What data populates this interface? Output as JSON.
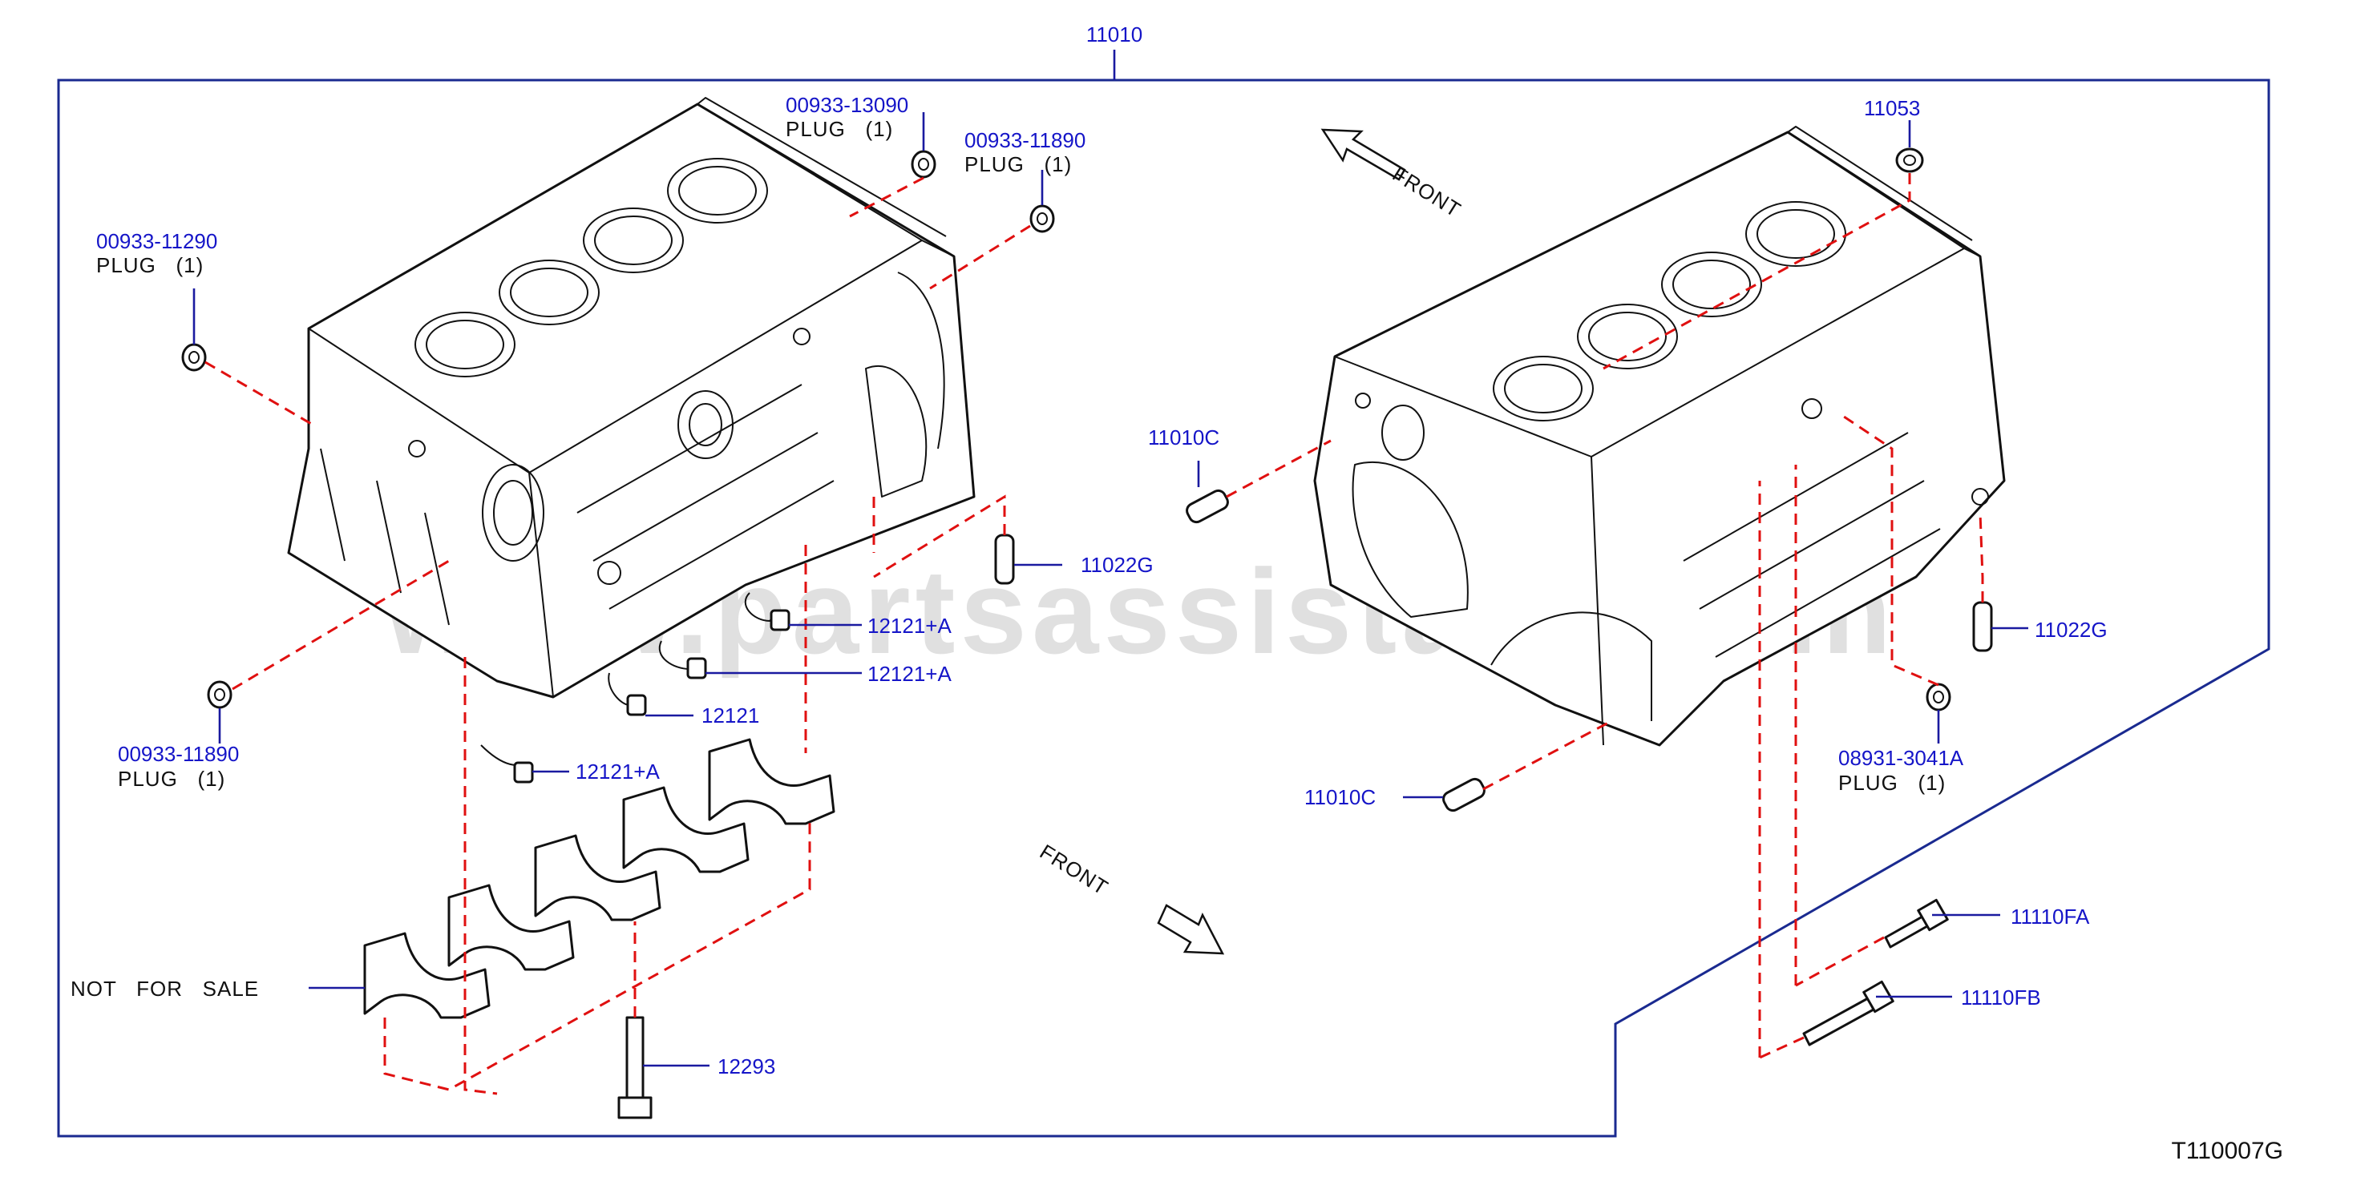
{
  "diagram": {
    "main_part": "11010",
    "watermark": "www.partsassistant.com",
    "figure_code": "T110007G",
    "front_arrow_top": "FRONT",
    "front_arrow_bottom": "FRONT",
    "not_for_sale": "NOT   FOR   SALE",
    "callouts": {
      "plug_13090": {
        "part": "00933-13090",
        "label": "PLUG   (1)"
      },
      "plug_11890_top": {
        "part": "00933-11890",
        "label": "PLUG   (1)"
      },
      "plug_11290": {
        "part": "00933-11290",
        "label": "PLUG   (1)"
      },
      "plug_11890_bottom": {
        "part": "00933-11890",
        "label": "PLUG   (1)"
      },
      "dowel_11022g_left": {
        "part": "11022G"
      },
      "jet_12121a_1": {
        "part": "12121+A"
      },
      "jet_12121a_2": {
        "part": "12121+A"
      },
      "jet_12121": {
        "part": "12121"
      },
      "jet_12121a_3": {
        "part": "12121+A"
      },
      "bolt_12293": {
        "part": "12293"
      },
      "part_11053": {
        "part": "11053"
      },
      "dowel_11010c_top": {
        "part": "11010C"
      },
      "dowel_11022g_right": {
        "part": "11022G"
      },
      "plug_3041a": {
        "part": "08931-3041A",
        "label": "PLUG   (1)"
      },
      "dowel_11010c_bottom": {
        "part": "11010C"
      },
      "bolt_11110fa": {
        "part": "11110FA"
      },
      "bolt_11110fb": {
        "part": "11110FB"
      }
    }
  }
}
